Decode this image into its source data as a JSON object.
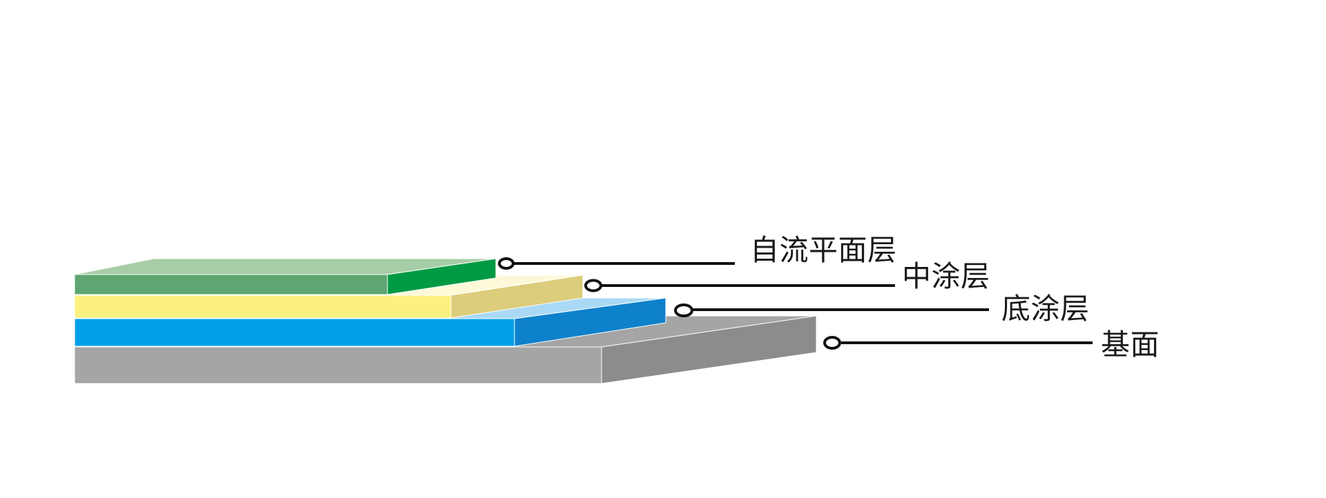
{
  "background": "#ffffff",
  "diagram": {
    "type": "layered-floor-coating-cutaway",
    "line_color": "#111111",
    "dot_fill": "#ffffff",
    "text_color": "#1a1a1a",
    "layers": [
      {
        "label": "自流平面层",
        "colors": {
          "top": "#a6cda6",
          "front": "#5ea571",
          "side": "#009a44"
        }
      },
      {
        "label": "中涂层",
        "colors": {
          "top": "#fdf9d8",
          "front": "#fcf180",
          "side": "#dccd7c"
        }
      },
      {
        "label": "底涂层",
        "colors": {
          "top": "#aad9f6",
          "front": "#00a0e9",
          "side": "#0e81cb"
        }
      },
      {
        "label": "基面",
        "colors": {
          "top": "#a5a5a5",
          "front": "#a5a5a5",
          "side": "#8c8c8c"
        }
      }
    ]
  }
}
